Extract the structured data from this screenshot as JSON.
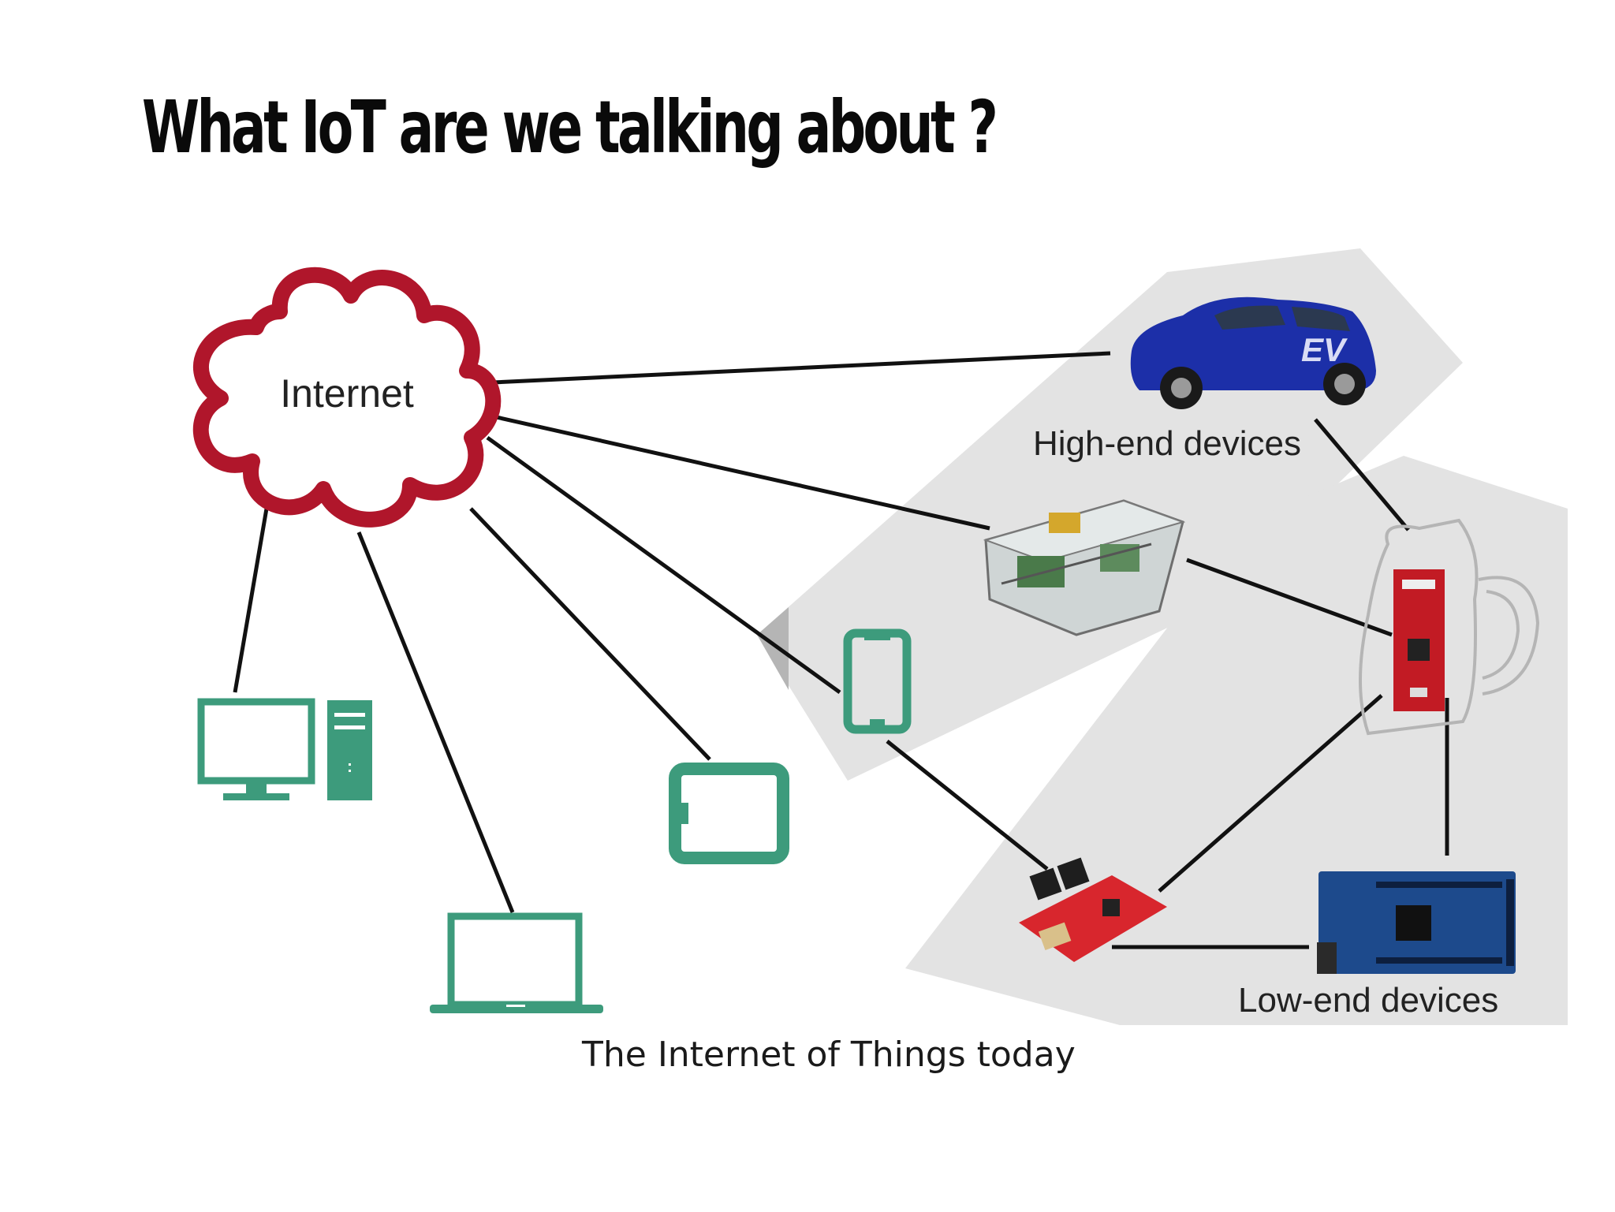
{
  "slide": {
    "title": "What IoT are we talking about ?",
    "caption": "The Internet of Things today"
  },
  "diagram": {
    "cloud_label": "Internet",
    "high_end_label": "High-end devices",
    "low_end_label": "Low-end devices",
    "car_badge": "EV",
    "colors": {
      "cloud_outline": "#b0162b",
      "device_icon": "#3d9b7c",
      "region": "#e3e3e3",
      "line": "#111111"
    }
  }
}
